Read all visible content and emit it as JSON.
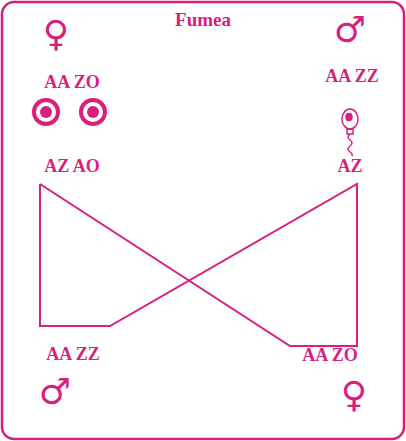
{
  "diagram": {
    "title": "Fumea",
    "labels": [
      "♀",
      "AA ZO",
      "♂",
      "AA ZZ",
      "AZ AO",
      "AZ",
      "AA ZZ",
      "♂",
      "AA ZO",
      "♀"
    ]
  }
}
